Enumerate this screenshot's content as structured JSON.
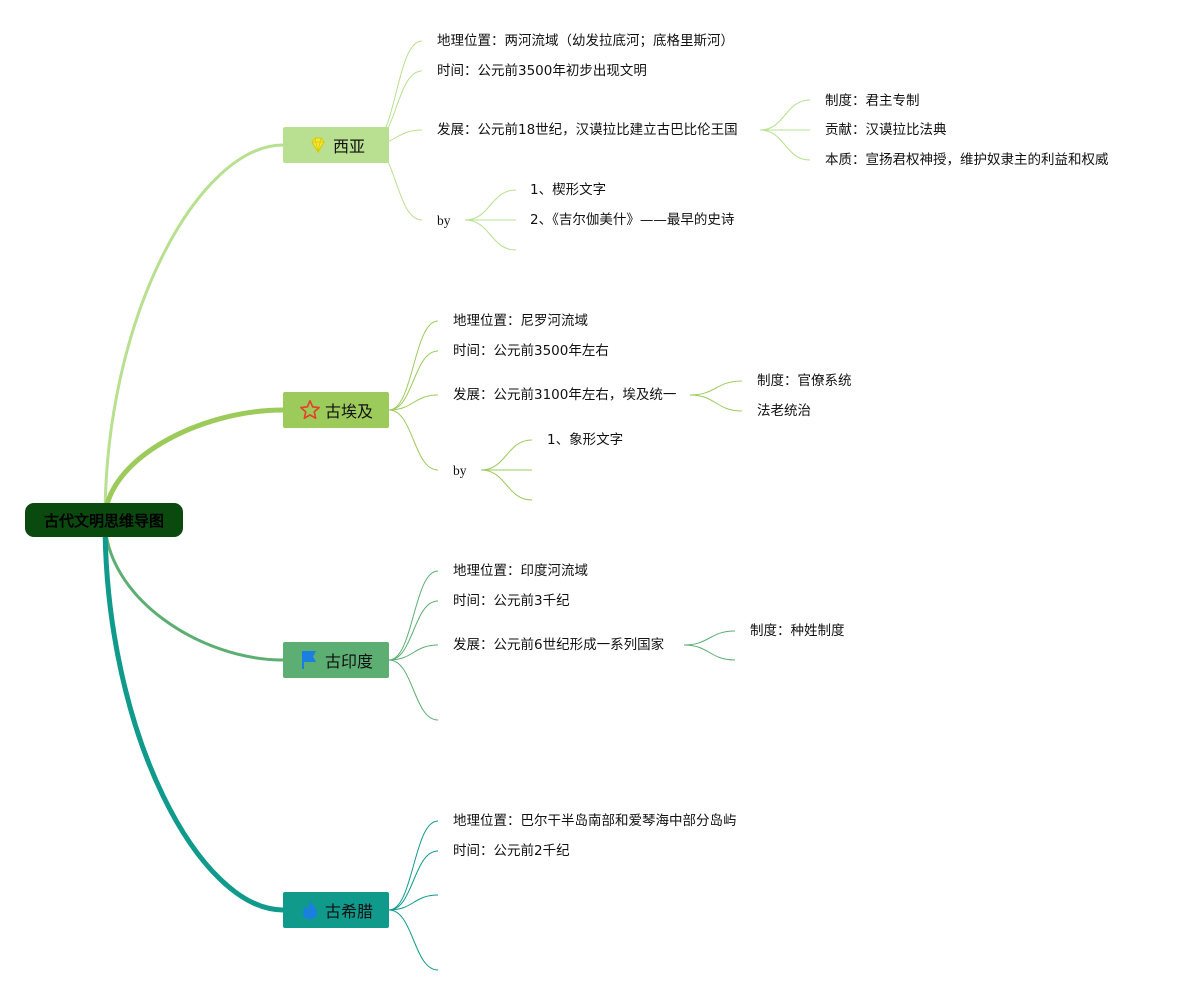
{
  "root": {
    "label": "古代文明思维导图"
  },
  "branches": [
    {
      "label": "西亚",
      "icon": "gem-icon",
      "color": "#b8e090",
      "items": [
        {
          "text": "地理位置：两河流域（幼发拉底河；底格里斯河）"
        },
        {
          "text": "时间：公元前3500年初步出现文明"
        },
        {
          "text": "发展：公元前18世纪，汉谟拉比建立古巴比伦王国",
          "children": [
            "制度：君主专制",
            "贡献：汉谟拉比法典",
            "本质：宣扬君权神授，维护奴隶主的利益和权威"
          ]
        },
        {
          "text": "by",
          "children": [
            "1、楔形文字",
            "2、《吉尔伽美什》——最早的史诗"
          ]
        }
      ]
    },
    {
      "label": "古埃及",
      "icon": "star-icon",
      "color": "#9ccb5c",
      "items": [
        {
          "text": "地理位置：尼罗河流域"
        },
        {
          "text": "时间：公元前3500年左右"
        },
        {
          "text": "发展：公元前3100年左右，埃及统一",
          "children": [
            "制度：官僚系统",
            "法老统治"
          ]
        },
        {
          "text": "by",
          "children": [
            "1、象形文字"
          ]
        }
      ]
    },
    {
      "label": "古印度",
      "icon": "flag-icon",
      "color": "#5cae72",
      "items": [
        {
          "text": "地理位置：印度河流域"
        },
        {
          "text": "时间：公元前3千纪"
        },
        {
          "text": "发展：公元前6世纪形成一系列国家",
          "children": [
            "制度：种姓制度"
          ]
        }
      ]
    },
    {
      "label": "古希腊",
      "icon": "flame-icon",
      "color": "#0f9a8c",
      "items": [
        {
          "text": "地理位置：巴尔干半岛南部和爱琴海中部分岛屿"
        },
        {
          "text": "时间：公元前2千纪"
        }
      ]
    }
  ]
}
